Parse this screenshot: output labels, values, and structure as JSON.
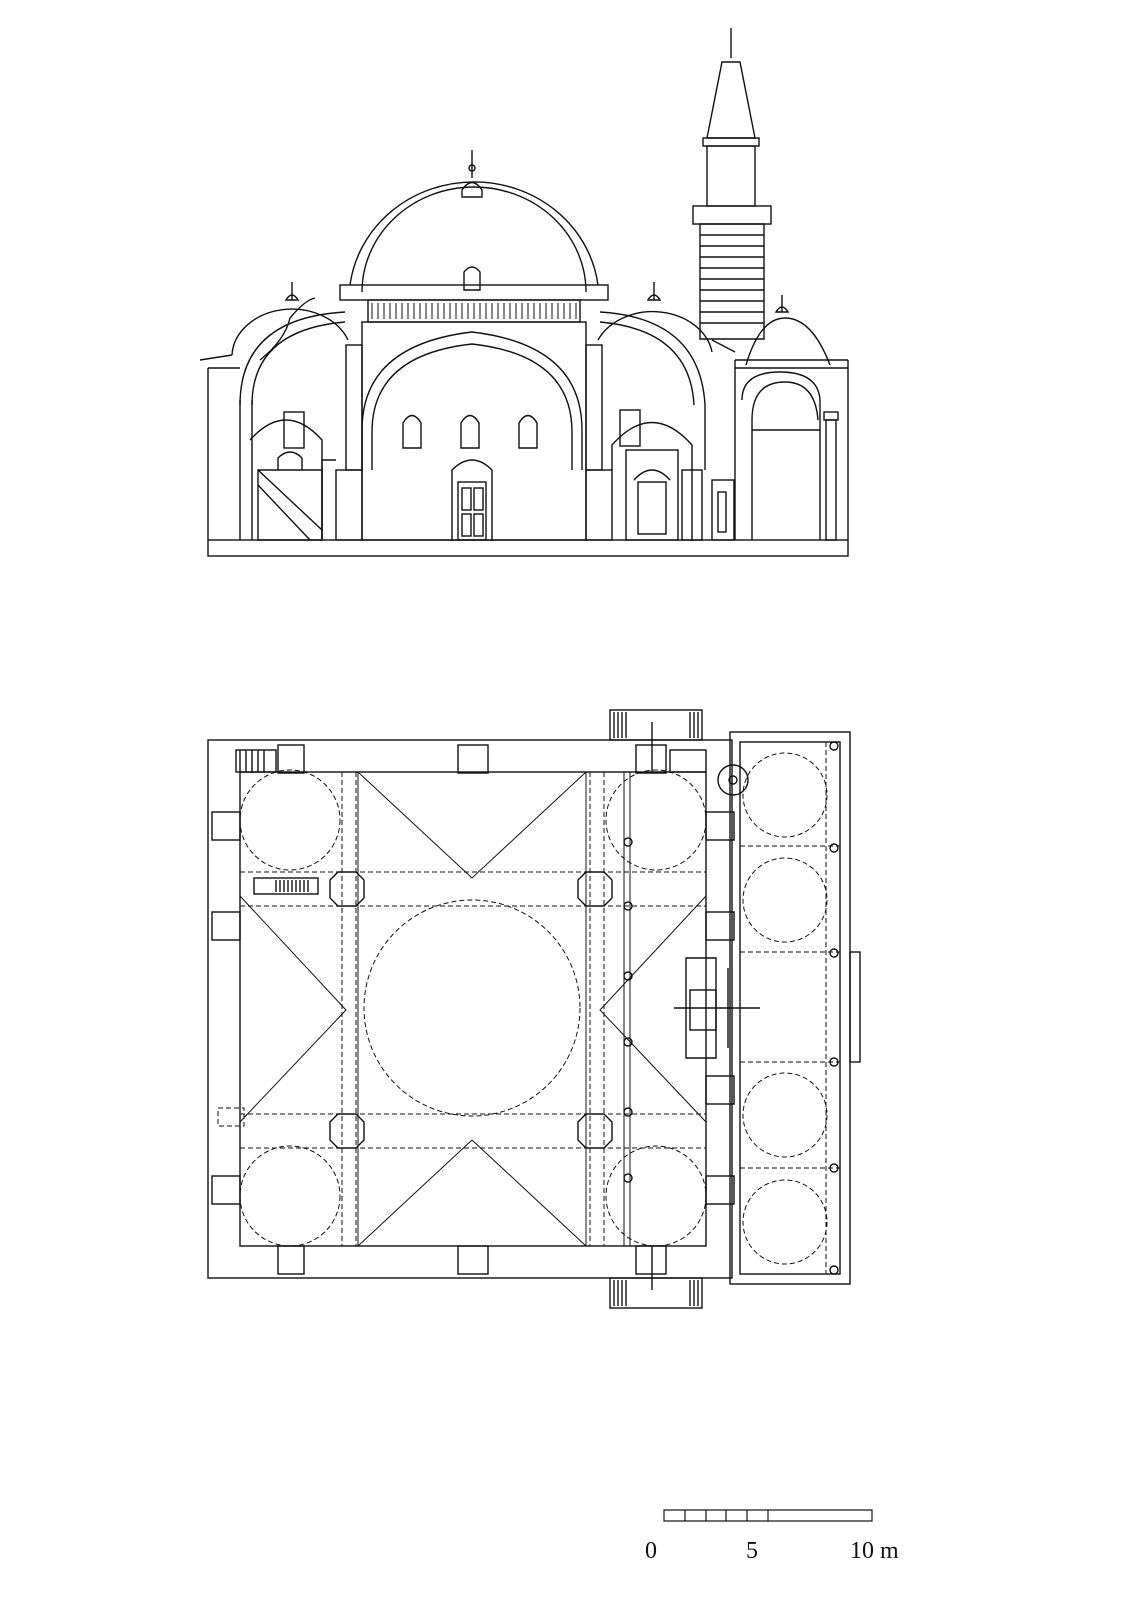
{
  "drawing": {
    "section_view": "mosque-section-elevation",
    "plan_view": "mosque-floor-plan",
    "line_color": "#111111",
    "background": "#ffffff"
  },
  "scale_bar": {
    "labels": [
      "0",
      "5",
      "10 m"
    ],
    "max_meters": 10
  }
}
